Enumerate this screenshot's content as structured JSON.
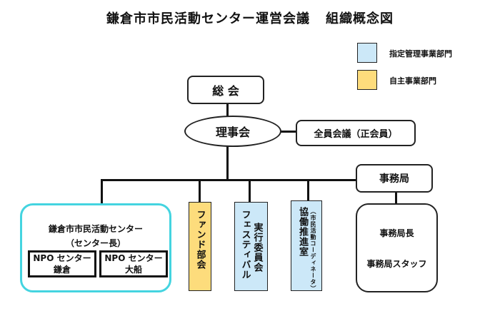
{
  "title": {
    "main": "鎌倉市市民活動センター運営会議",
    "sub": "組織概念図"
  },
  "legend": [
    {
      "label": "指定管理事業部門",
      "color": "#cce8f8"
    },
    {
      "label": "自主事業部門",
      "color": "#fddc7c"
    }
  ],
  "nodes": {
    "general_meeting": "総 会",
    "board": "理事会",
    "all_members": "全員会議（正会員）",
    "secretariat": "事務局",
    "secretariat_detail": {
      "head": "事務局長",
      "staff": "事務局スタッフ"
    },
    "center": {
      "name": "鎌倉市市民活動センター",
      "head": "（センター長）",
      "branches": [
        {
          "line1": "NPO センター",
          "line2": "鎌倉"
        },
        {
          "line1": "NPO センター",
          "line2": "大船"
        }
      ]
    },
    "fund": "ファンド部会",
    "festival": {
      "line1": "フェスティバル",
      "line2": "実行委員会"
    },
    "collab": {
      "main": "協働推進室",
      "sub": "（市民活動コーディネータ）"
    }
  },
  "colors": {
    "designated": "#cce8f8",
    "independent": "#fddc7c",
    "center_border": "#44d4e0",
    "line": "#111111"
  }
}
